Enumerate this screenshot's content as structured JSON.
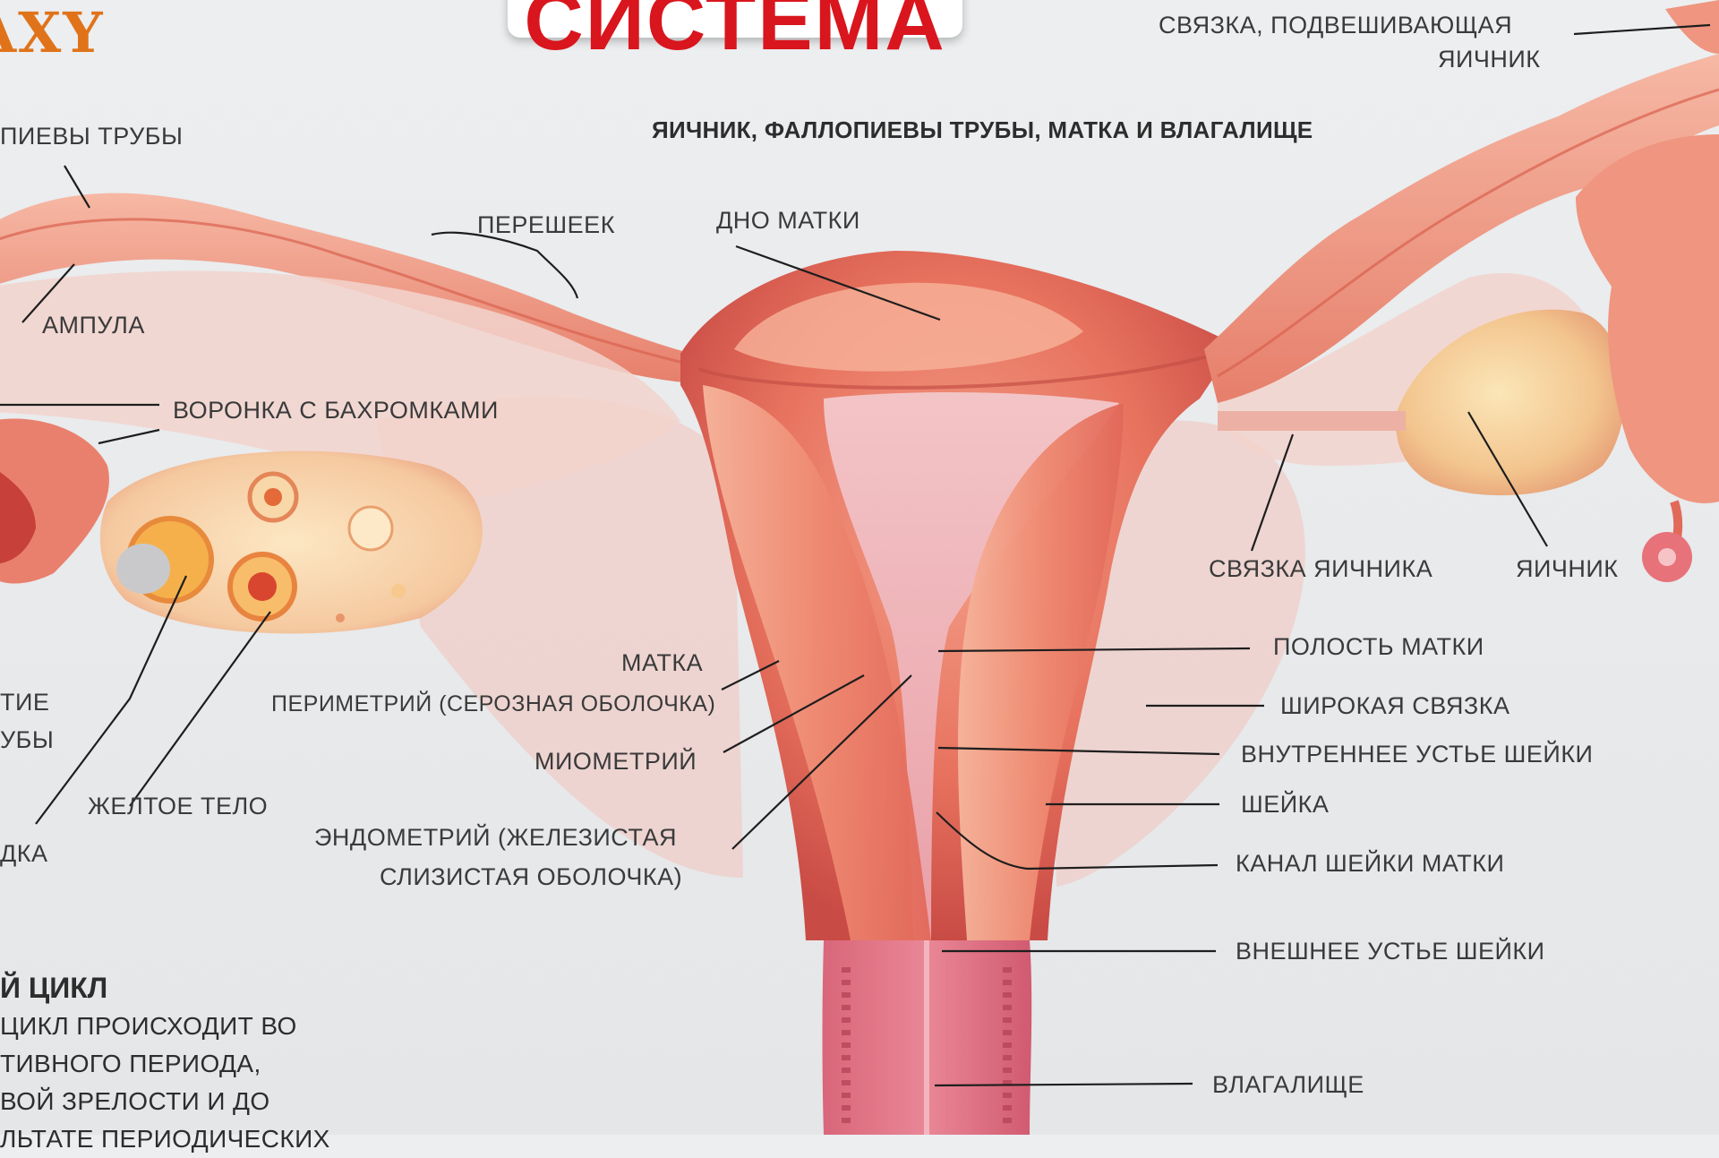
{
  "brand": "AXY",
  "title": "СИСТЕМА",
  "heading": "ЯИЧНИК, ФАЛЛОПИЕВЫ ТРУБЫ, МАТКА И ВЛАГАЛИЩЕ",
  "labels": {
    "fallopian_tubes": "ПИЕВЫ ТРУБЫ",
    "isthmus": "ПЕРЕШЕЕК",
    "fundus": "ДНО МАТКИ",
    "ampulla": "АМПУЛА",
    "infundibulum": "ВОРОНКА С БАХРОМКАМИ",
    "suspensory_ligament_1": "СВЯЗКА, ПОДВЕШИВАЮЩАЯ",
    "suspensory_ligament_2": "ЯИЧНИК",
    "ovarian_ligament": "СВЯЗКА ЯИЧНИКА",
    "ovary": "ЯИЧНИК",
    "uterine_cavity": "ПОЛОСТЬ МАТКИ",
    "broad_ligament": "ШИРОКАЯ СВЯЗКА",
    "internal_os": "ВНУТРЕННЕЕ УСТЬЕ ШЕЙКИ",
    "cervix": "ШЕЙКА",
    "cervical_canal": "КАНАЛ ШЕЙКИ МАТКИ",
    "external_os": "ВНЕШНЕЕ УСТЬЕ ШЕЙКИ",
    "vagina": "ВЛАГАЛИЩЕ",
    "uterus": "МАТКА",
    "perimetrium": "ПЕРИМЕТРИЙ (СЕРОЗНАЯ ОБОЛОЧКА)",
    "myometrium": "МИОМЕТРИЙ",
    "endometrium_1": "ЭНДОМЕТРИЙ (ЖЕЛЕЗИСТАЯ",
    "endometrium_2": "СЛИЗИСТАЯ ОБОЛОЧКА)",
    "corpus_luteum": "ЖЕЛТОЕ ТЕЛО",
    "cut_left_1": "ТИЕ",
    "cut_left_2": "УБЫ",
    "cut_left_3": "ДКА"
  },
  "cycle": {
    "title": "Й ЦИКЛ",
    "lines": [
      "ЦИКЛ  ПРОИСХОДИТ ВО",
      "ТИВНОГО  ПЕРИОДА,",
      "ВОЙ ЗРЕЛОСТИ И ДО",
      "ЛЬТАТЕ ПЕРИОДИЧЕСКИХ"
    ]
  }
}
